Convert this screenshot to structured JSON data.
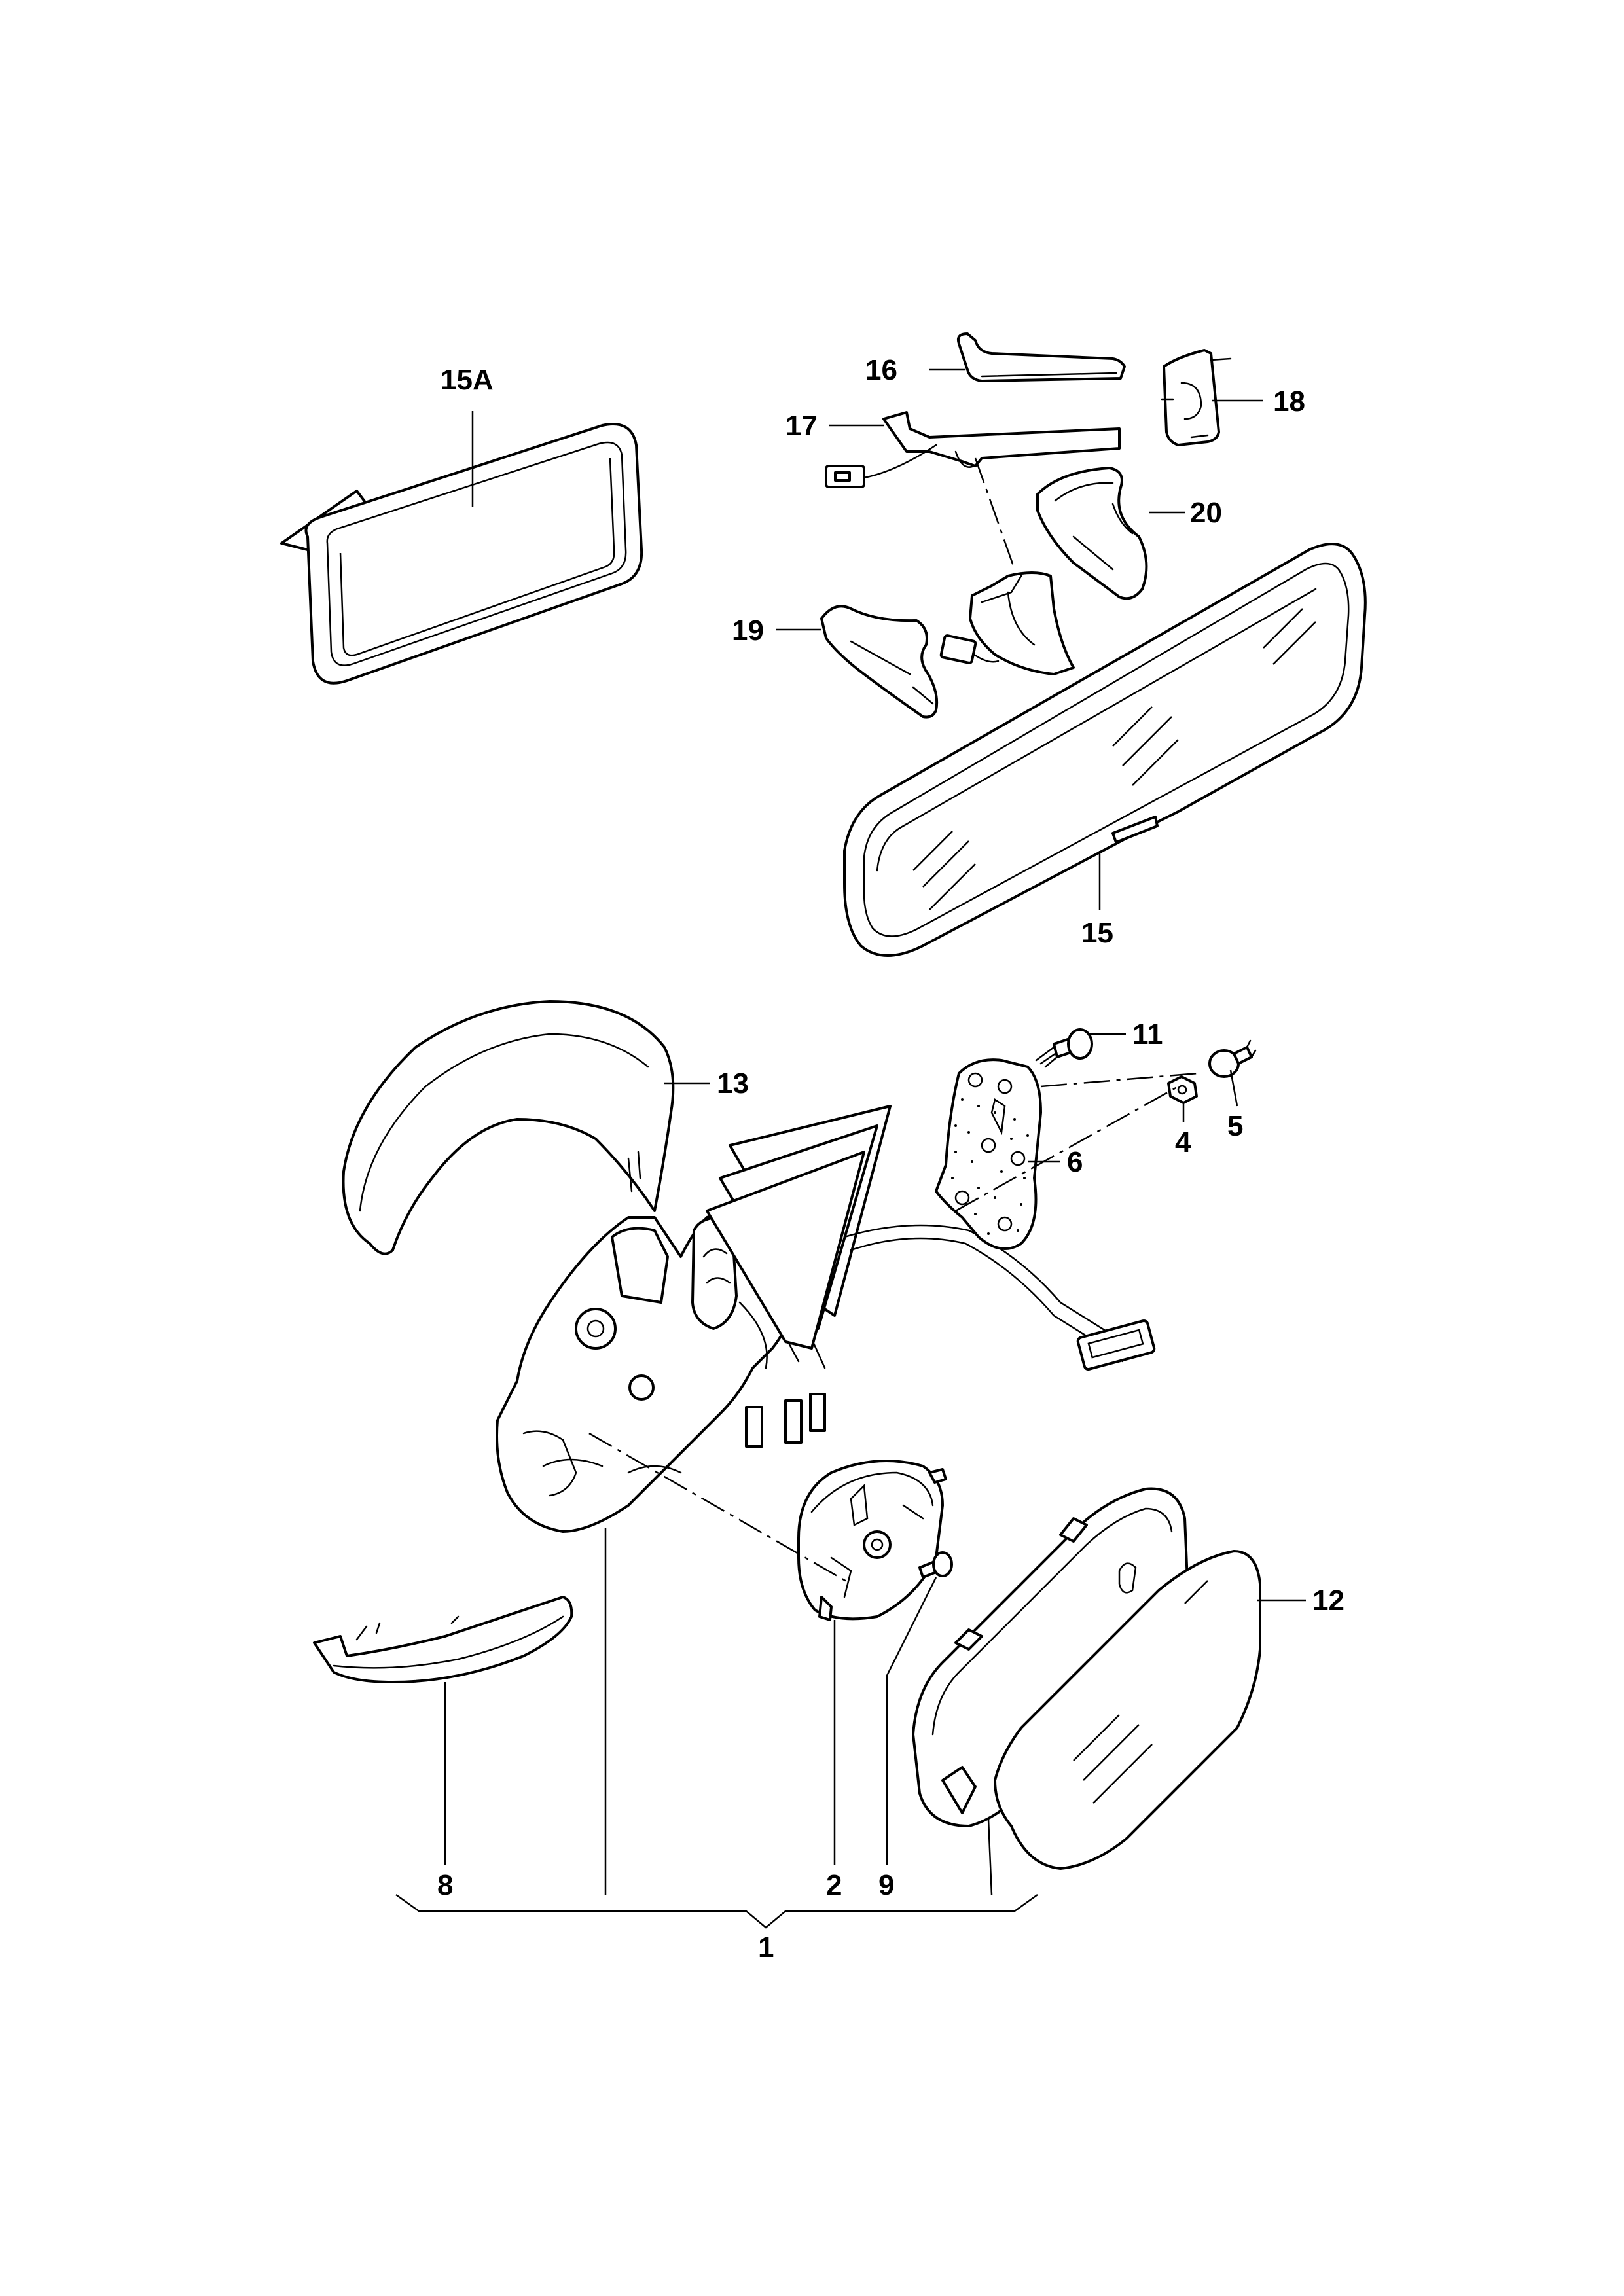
{
  "diagram": {
    "callouts": [
      {
        "id": "c15a",
        "text": "15A"
      },
      {
        "id": "c16",
        "text": "16"
      },
      {
        "id": "c17",
        "text": "17"
      },
      {
        "id": "c18",
        "text": "18"
      },
      {
        "id": "c20",
        "text": "20"
      },
      {
        "id": "c19",
        "text": "19"
      },
      {
        "id": "c15",
        "text": "15"
      },
      {
        "id": "c11",
        "text": "11"
      },
      {
        "id": "c13",
        "text": "13"
      },
      {
        "id": "c5",
        "text": "5"
      },
      {
        "id": "c4",
        "text": "4"
      },
      {
        "id": "c6",
        "text": "6"
      },
      {
        "id": "c12",
        "text": "12"
      },
      {
        "id": "c8",
        "text": "8"
      },
      {
        "id": "c2",
        "text": "2"
      },
      {
        "id": "c9",
        "text": "9"
      },
      {
        "id": "c1",
        "text": "1"
      }
    ]
  }
}
